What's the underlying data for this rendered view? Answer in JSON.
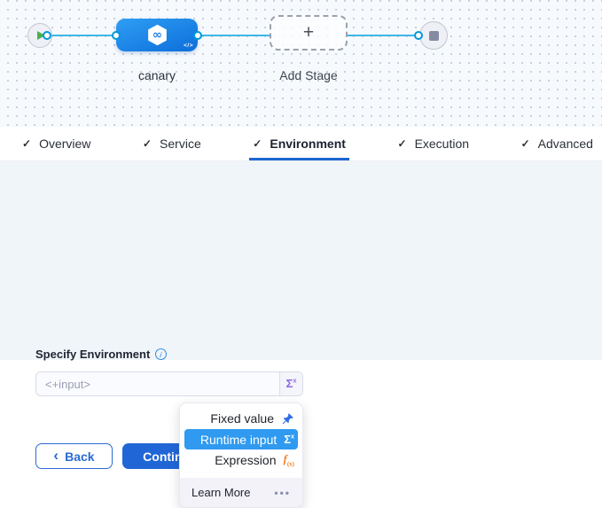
{
  "canvas": {
    "stage_name": "canary",
    "add_stage_label": "Add Stage",
    "plus_glyph": "+",
    "code_glyph": "</>",
    "infinity_glyph": "∞"
  },
  "tabs": {
    "check_glyph": "✓",
    "items": [
      {
        "label": "Overview"
      },
      {
        "label": "Service"
      },
      {
        "label": "Environment"
      },
      {
        "label": "Execution"
      },
      {
        "label": "Advanced"
      }
    ],
    "active": "Environment"
  },
  "form": {
    "label": "Specify Environment",
    "info_glyph": "i",
    "input_placeholder": "<+input>",
    "sigma_glyph": "Σ",
    "sigma_sup": "x"
  },
  "actions": {
    "back_chevron": "‹",
    "back_label": "Back",
    "continue_label": "Continue"
  },
  "menu": {
    "items": [
      {
        "label": "Fixed value"
      },
      {
        "label": "Runtime input"
      },
      {
        "label": "Expression"
      }
    ],
    "selected": "Runtime input",
    "sigma_glyph": "Σ",
    "sigma_sup": "x",
    "fx_f": "f",
    "fx_sub": "(x)",
    "footer_label": "Learn More",
    "footer_more": "•••"
  },
  "colors": {
    "accent_blue": "#1d66d0",
    "node_blue": "#1686ec",
    "connector_blue": "#3db6e8",
    "menu_highlight_blue": "#2f9af0",
    "sigma_purple": "#8a67e6",
    "expression_orange": "#f98026",
    "pin_blue": "#2e6fe8",
    "play_green": "#4cae50"
  }
}
